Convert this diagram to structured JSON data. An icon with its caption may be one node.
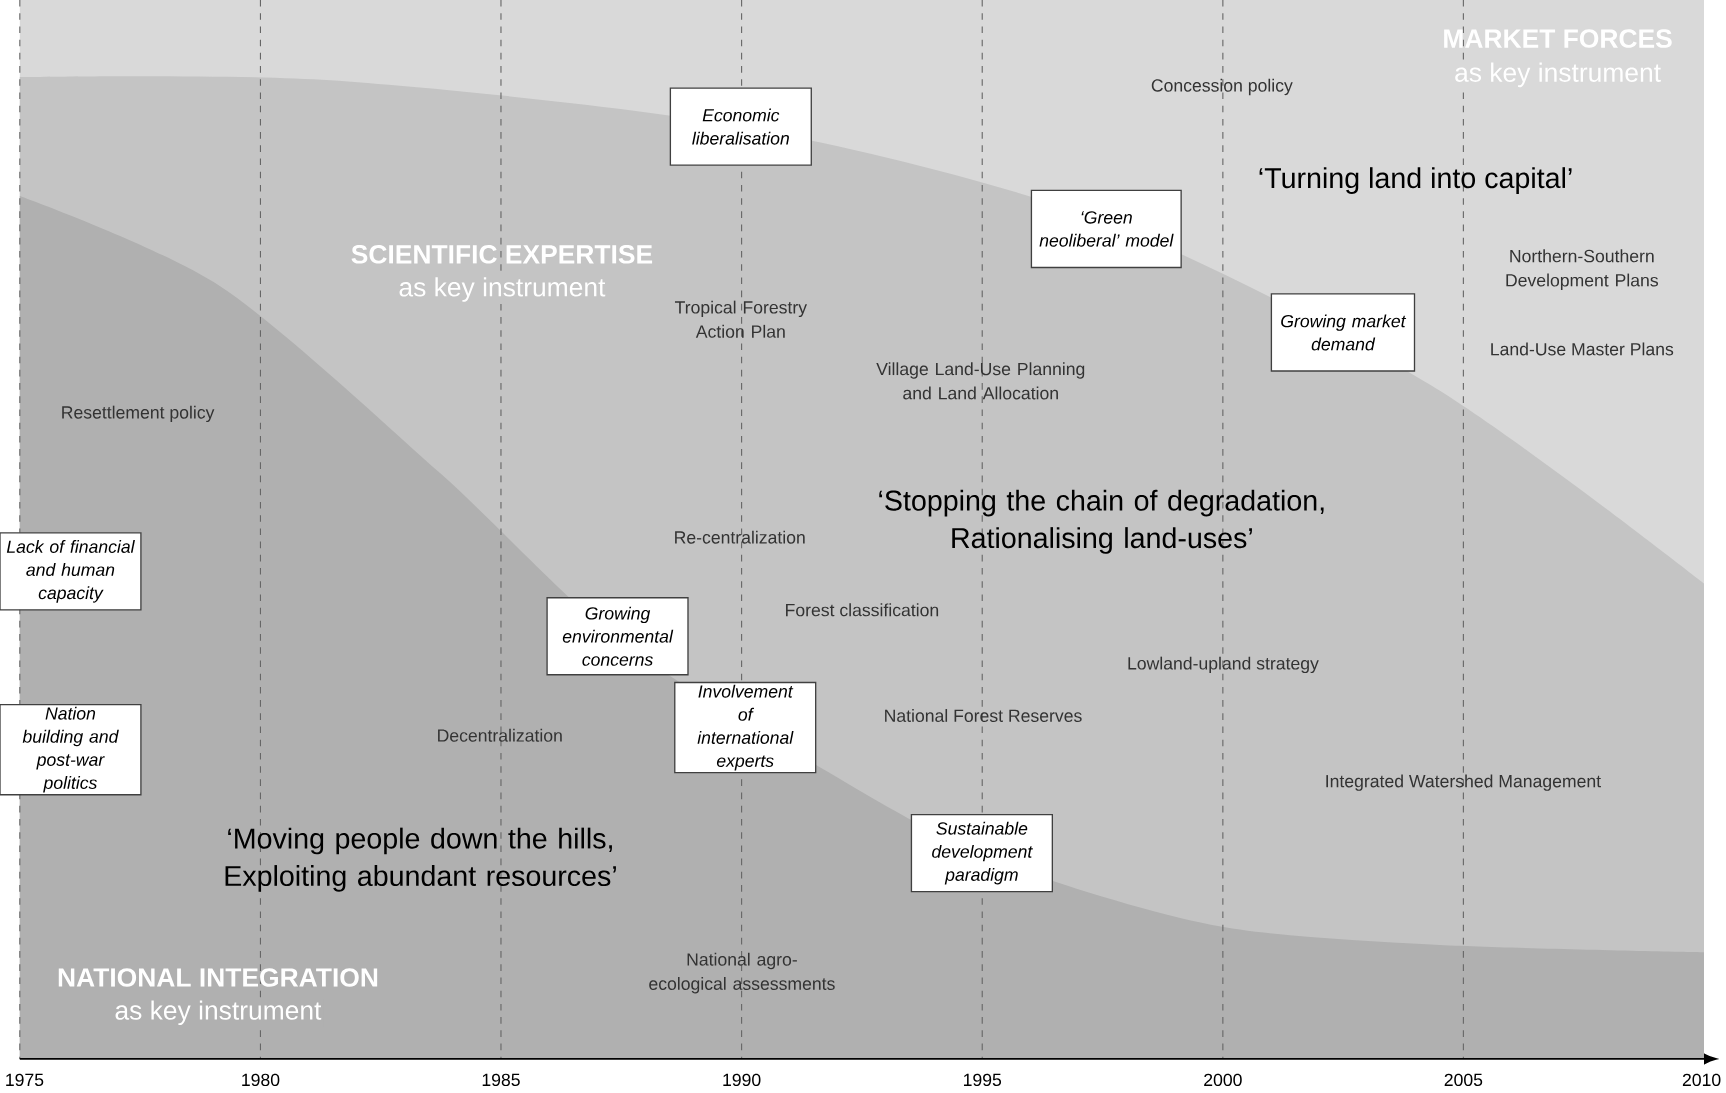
{
  "diagram": {
    "nodes": [
      {
        "text": [
          "Economic liberalisation"
        ]
      },
      {
        "text": [
          "‘Green neoliberal’ model"
        ]
      },
      {
        "text": [
          "Growing market demand"
        ]
      },
      {
        "text": [
          "Lack of financial and human capacity"
        ]
      },
      {
        "text": [
          "Growing environmental concerns"
        ]
      },
      {
        "text": [
          "Involvement of international experts"
        ]
      },
      {
        "text": [
          "Nation building and post-war politics"
        ]
      },
      {
        "text": [
          "Sustainable development paradigm"
        ]
      }
    ],
    "labels": [
      "MARKET FORCES",
      "as key instrument",
      "Concession policy",
      "‘Turning land into capital’",
      "SCIENTIFIC EXPERTISE",
      "as key instrument",
      "Northern-Southern Development Plans",
      "Tropical Forestry Action Plan",
      "Land-Use Master Plans",
      "Village Land-Use Planning and Land Allocation",
      "Resettlement policy",
      "‘Stopping the chain of degradation, Rationalising land-uses’",
      "Re-centralization",
      "Forest classification",
      "Lowland-upland strategy",
      "National Forest Reserves",
      "Decentralization",
      "Integrated Watershed Management",
      "‘Moving people down the hills, Exploiting abundant resources’",
      "National agro-ecological assessments",
      "NATIONAL INTEGRATION",
      "as key instrument",
      "1975",
      "1980",
      "1985",
      "1990",
      "1995",
      "2000",
      "2005",
      "2010"
    ]
  }
}
